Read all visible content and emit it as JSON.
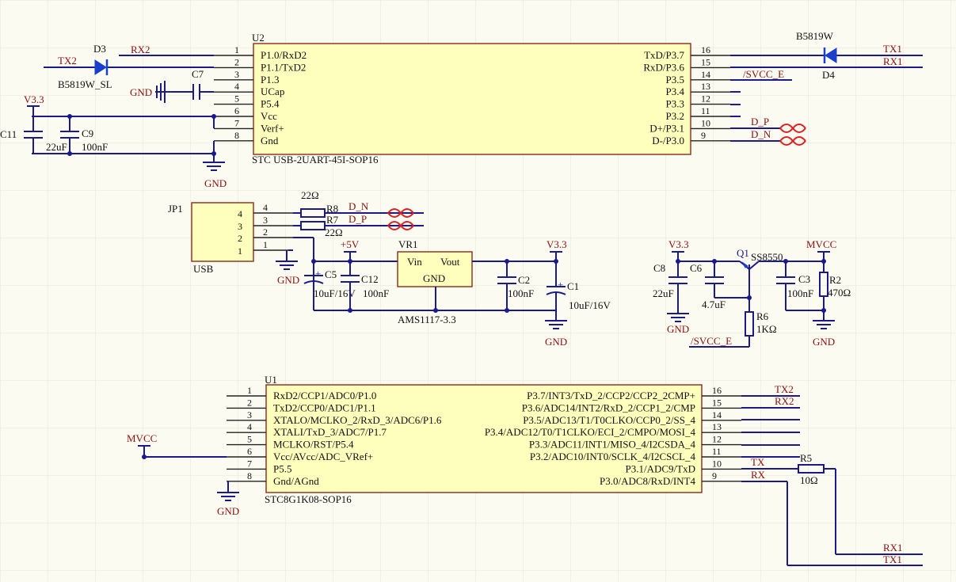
{
  "u2": {
    "ref": "U2",
    "part": "STC USB-2UART-45I-SOP16",
    "left_pins": [
      {
        "num": "1",
        "name": "P1.0/RxD2"
      },
      {
        "num": "2",
        "name": "P1.1/TxD2"
      },
      {
        "num": "3",
        "name": "P1.3"
      },
      {
        "num": "4",
        "name": "UCap"
      },
      {
        "num": "5",
        "name": "P5.4"
      },
      {
        "num": "6",
        "name": "Vcc"
      },
      {
        "num": "7",
        "name": "Verf+"
      },
      {
        "num": "8",
        "name": "Gnd"
      }
    ],
    "right_pins": [
      {
        "num": "16",
        "name": "TxD/P3.7"
      },
      {
        "num": "15",
        "name": "RxD/P3.6"
      },
      {
        "num": "14",
        "name": "P3.5"
      },
      {
        "num": "13",
        "name": "P3.4"
      },
      {
        "num": "12",
        "name": "P3.3"
      },
      {
        "num": "11",
        "name": "P3.2"
      },
      {
        "num": "10",
        "name": "D+/P3.1"
      },
      {
        "num": "9",
        "name": "D-/P3.0"
      }
    ]
  },
  "u1": {
    "ref": "U1",
    "part": "STC8G1K08-SOP16",
    "left_pins": [
      {
        "num": "1",
        "name": "RxD2/CCP1/ADC0/P1.0"
      },
      {
        "num": "2",
        "name": "TxD2/CCP0/ADC1/P1.1"
      },
      {
        "num": "3",
        "name": "XTALO/MCLKO_2/RxD_3/ADC6/P1.6"
      },
      {
        "num": "4",
        "name": "XTALI/TxD_3/ADC7/P1.7"
      },
      {
        "num": "5",
        "name": "MCLKO/RST/P5.4"
      },
      {
        "num": "6",
        "name": "Vcc/AVcc/ADC_VRef+"
      },
      {
        "num": "7",
        "name": "P5.5"
      },
      {
        "num": "8",
        "name": "Gnd/AGnd"
      }
    ],
    "right_pins": [
      {
        "num": "16",
        "name": "P3.7/INT3/TxD_2/CCP2/CCP2_2CMP+"
      },
      {
        "num": "15",
        "name": "P3.6/ADC14/INT2/RxD_2/CCP1_2/CMP"
      },
      {
        "num": "14",
        "name": "P3.5/ADC13/T1/T0CLKO/CCP0_2/SS_4"
      },
      {
        "num": "13",
        "name": "P3.4/ADC12/T0/T1CLKO/ECI_2/CMPO/MOSI_4"
      },
      {
        "num": "12",
        "name": "P3.3/ADC11/INT1/MISO_4/I2CSDA_4"
      },
      {
        "num": "11",
        "name": "P3.2/ADC10/INT0/SCLK_4/I2CSCL_4"
      },
      {
        "num": "10",
        "name": "P3.1/ADC9/TxD"
      },
      {
        "num": "9",
        "name": "P3.0/ADC8/RxD/INT4"
      }
    ]
  },
  "jp1": {
    "ref": "JP1",
    "part": "USB",
    "pins": [
      "4",
      "3",
      "2",
      "1"
    ]
  },
  "vr1": {
    "ref": "VR1",
    "part": "AMS1117-3.3",
    "vin": "Vin",
    "vout": "Vout",
    "gnd": "GND"
  },
  "q1": {
    "ref": "Q1",
    "part": "SS8550"
  },
  "diodes": {
    "d3": {
      "ref": "D3",
      "part": "B5819W_SL"
    },
    "d4": {
      "ref": "D4",
      "part": "B5819W"
    }
  },
  "resistors": {
    "r8": {
      "ref": "R8",
      "value": "22Ω"
    },
    "r7": {
      "ref": "R7",
      "value": "22Ω"
    },
    "r6": {
      "ref": "R6",
      "value": "1KΩ"
    },
    "r2": {
      "ref": "R2",
      "value": "470Ω"
    },
    "r5": {
      "ref": "R5",
      "value": "10Ω"
    }
  },
  "capacitors": {
    "c7": {
      "ref": "C7"
    },
    "c11": {
      "ref": "C11",
      "value": "22uF"
    },
    "c9": {
      "ref": "C9",
      "value": "100nF"
    },
    "c5": {
      "ref": "C5",
      "value": "10uF/16V"
    },
    "c12": {
      "ref": "C12",
      "value": "100nF"
    },
    "c2": {
      "ref": "C2",
      "value": "100nF"
    },
    "c1": {
      "ref": "C1",
      "value": "10uF/16V"
    },
    "c8": {
      "ref": "C8",
      "value": "22uF"
    },
    "c6": {
      "ref": "C6",
      "value": "4.7uF"
    },
    "c3": {
      "ref": "C3",
      "value": "100nF"
    }
  },
  "nets": {
    "rx2": "RX2",
    "tx2": "TX2",
    "tx1": "TX1",
    "rx1": "RX1",
    "svcc_e": "/SVCC_E",
    "dp": "D_P",
    "dn": "D_N",
    "gnd": "GND",
    "v33": "V3.3",
    "v5": "+5V",
    "mvcc": "MVCC",
    "tx": "TX",
    "rx": "RX"
  },
  "colors": {
    "wire": "#1a1a8c",
    "net_label": "#8b0f0f",
    "chip_fill": "#ffffbd",
    "chip_border": "#8a2a1a",
    "diode": "#1a3fcc",
    "diff_pair": "#e02020",
    "background": "#fbfbf1"
  }
}
